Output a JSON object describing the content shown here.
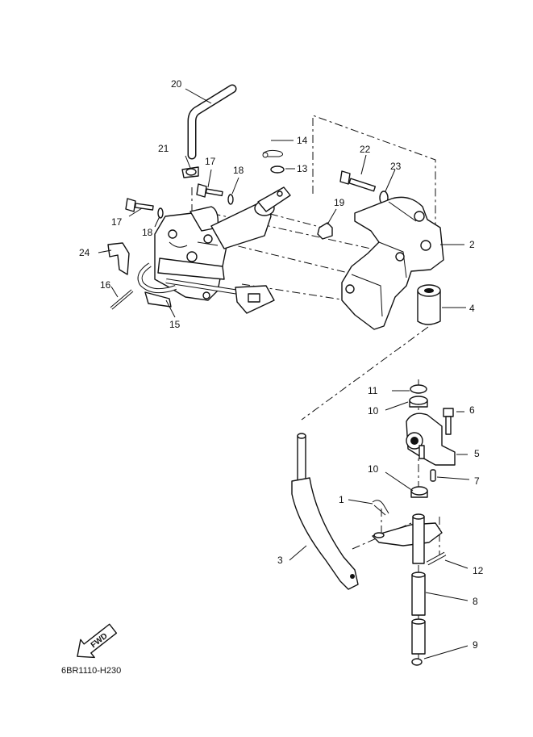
{
  "callouts": [
    {
      "id": "c1",
      "text": "1"
    },
    {
      "id": "c2",
      "text": "2"
    },
    {
      "id": "c3",
      "text": "3"
    },
    {
      "id": "c4",
      "text": "4"
    },
    {
      "id": "c5",
      "text": "5"
    },
    {
      "id": "c6",
      "text": "6"
    },
    {
      "id": "c7",
      "text": "7"
    },
    {
      "id": "c8",
      "text": "8"
    },
    {
      "id": "c9",
      "text": "9"
    },
    {
      "id": "c10a",
      "text": "10"
    },
    {
      "id": "c10b",
      "text": "10"
    },
    {
      "id": "c11",
      "text": "11"
    },
    {
      "id": "c12",
      "text": "12"
    },
    {
      "id": "c13",
      "text": "13"
    },
    {
      "id": "c14",
      "text": "14"
    },
    {
      "id": "c15",
      "text": "15"
    },
    {
      "id": "c16",
      "text": "16"
    },
    {
      "id": "c17a",
      "text": "17"
    },
    {
      "id": "c17b",
      "text": "17"
    },
    {
      "id": "c18a",
      "text": "18"
    },
    {
      "id": "c18b",
      "text": "18"
    },
    {
      "id": "c19",
      "text": "19"
    },
    {
      "id": "c20",
      "text": "20"
    },
    {
      "id": "c21",
      "text": "21"
    },
    {
      "id": "c22",
      "text": "22"
    },
    {
      "id": "c23",
      "text": "23"
    },
    {
      "id": "c24",
      "text": "24"
    }
  ],
  "fwd_label": "FWD",
  "diagram_code": "6BR1110-H230"
}
